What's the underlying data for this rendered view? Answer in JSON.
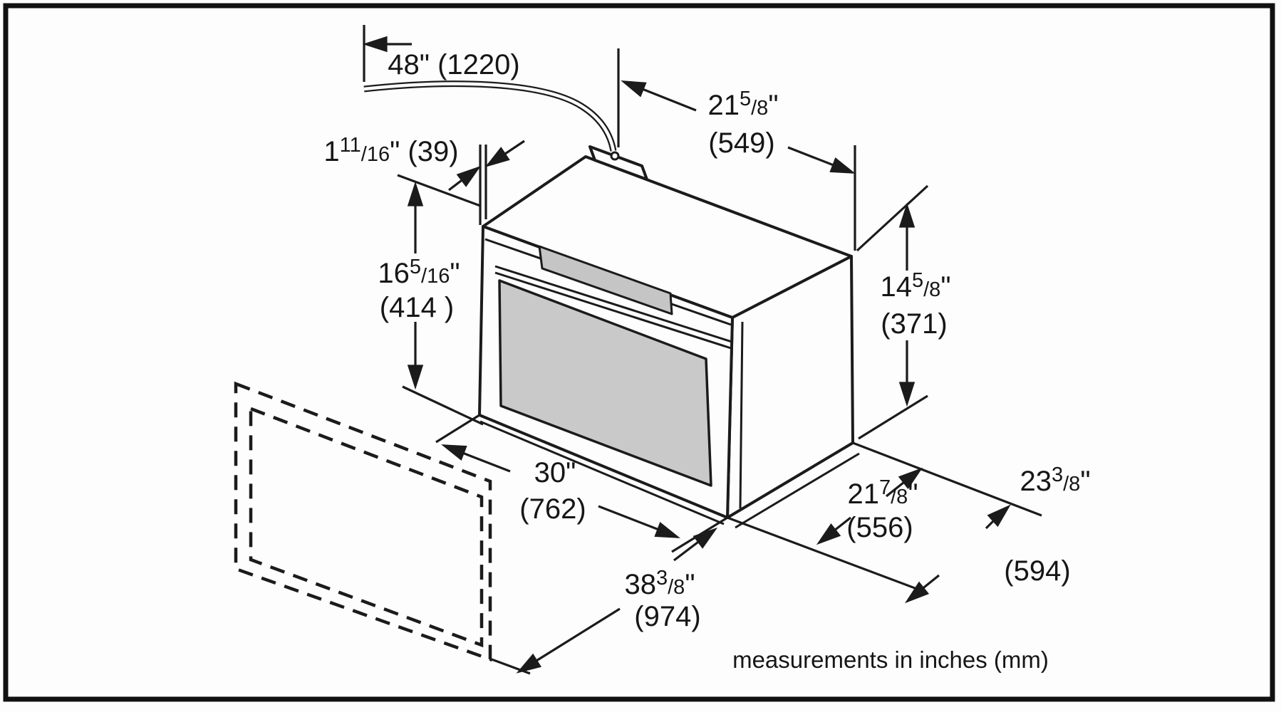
{
  "note": "measurements in inches (mm)",
  "dimensions": {
    "cord_length": {
      "whole": "48",
      "mm": "(1220)"
    },
    "front_gap": {
      "whole": "1",
      "num": "11",
      "den": "16",
      "mm": "(39)"
    },
    "cutout_height": {
      "whole": "16",
      "num": "5",
      "den": "16",
      "mm": "(414 )"
    },
    "top_depth": {
      "whole": "21",
      "num": "5",
      "den": "8",
      "mm": "(549)"
    },
    "rear_height": {
      "whole": "14",
      "num": "5",
      "den": "8",
      "mm": "(371)"
    },
    "cutout_width": {
      "whole": "30",
      "mm": "(762)"
    },
    "overall_width": {
      "whole": "38",
      "num": "3",
      "den": "8",
      "mm": "(974)"
    },
    "bottom_depth": {
      "whole": "21",
      "num": "7",
      "den": "8",
      "mm": "(556)"
    },
    "overall_depth": {
      "whole": "23",
      "num": "3",
      "den": "8",
      "mm": "(594)"
    }
  },
  "colors": {
    "line": "#1b1b1b",
    "glass": "#c9c9c9",
    "display": "#c5c5c5",
    "face": "#fdfdfd"
  }
}
